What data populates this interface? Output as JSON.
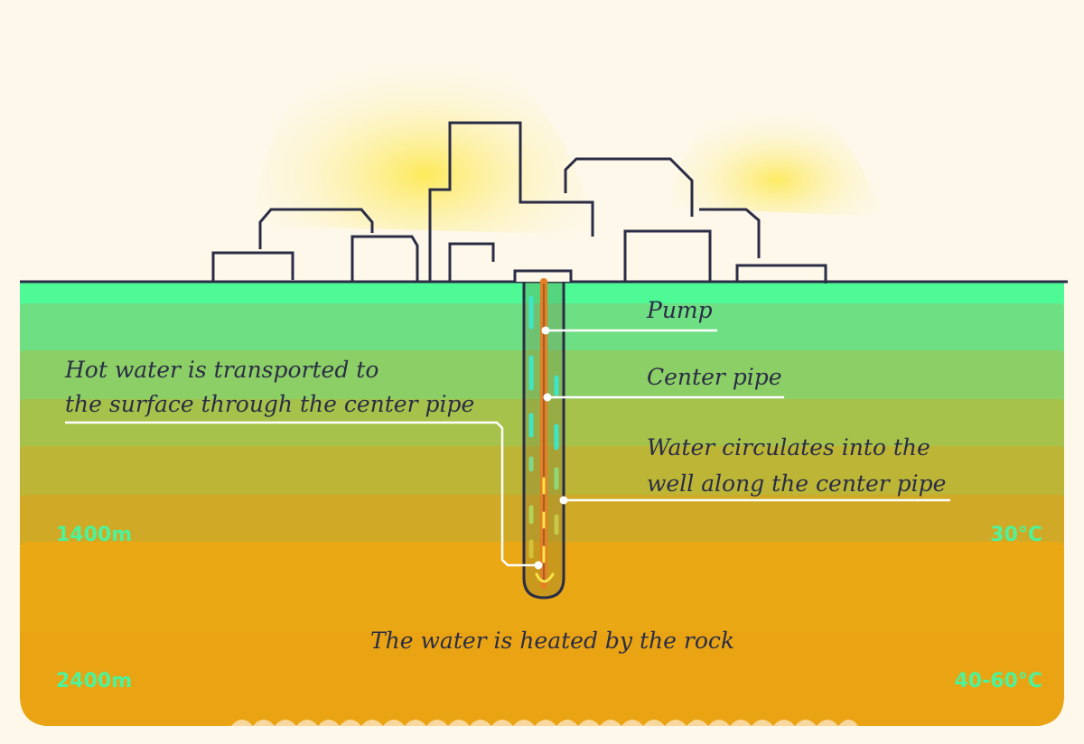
{
  "labels": {
    "pump": "Pump",
    "center_pipe": "Center pipe",
    "circulates_line1": "Water circulates into the",
    "circulates_line2": "well along the center pipe",
    "hot_water_line1": "Hot water is transported to",
    "hot_water_line2": "the surface through the center pipe",
    "heated": "The water is heated by the rock"
  },
  "depths": {
    "upper": "1400m",
    "lower": "2400m"
  },
  "temperatures": {
    "upper": "30°C",
    "lower": "40-60°C"
  },
  "colors": {
    "ground_top": "#4dfa96",
    "ground_bottom": "#f0a010",
    "outline": "#2a2d45",
    "label_text": "#2a2d45",
    "side_labels": "#4df29a",
    "pipe_hot": "#e67e22",
    "cold_dashes": "#3ee6c8",
    "hot_dashes": "#f6e64a",
    "sun_glow": "#fde84a",
    "background": "#fdf8ea"
  }
}
